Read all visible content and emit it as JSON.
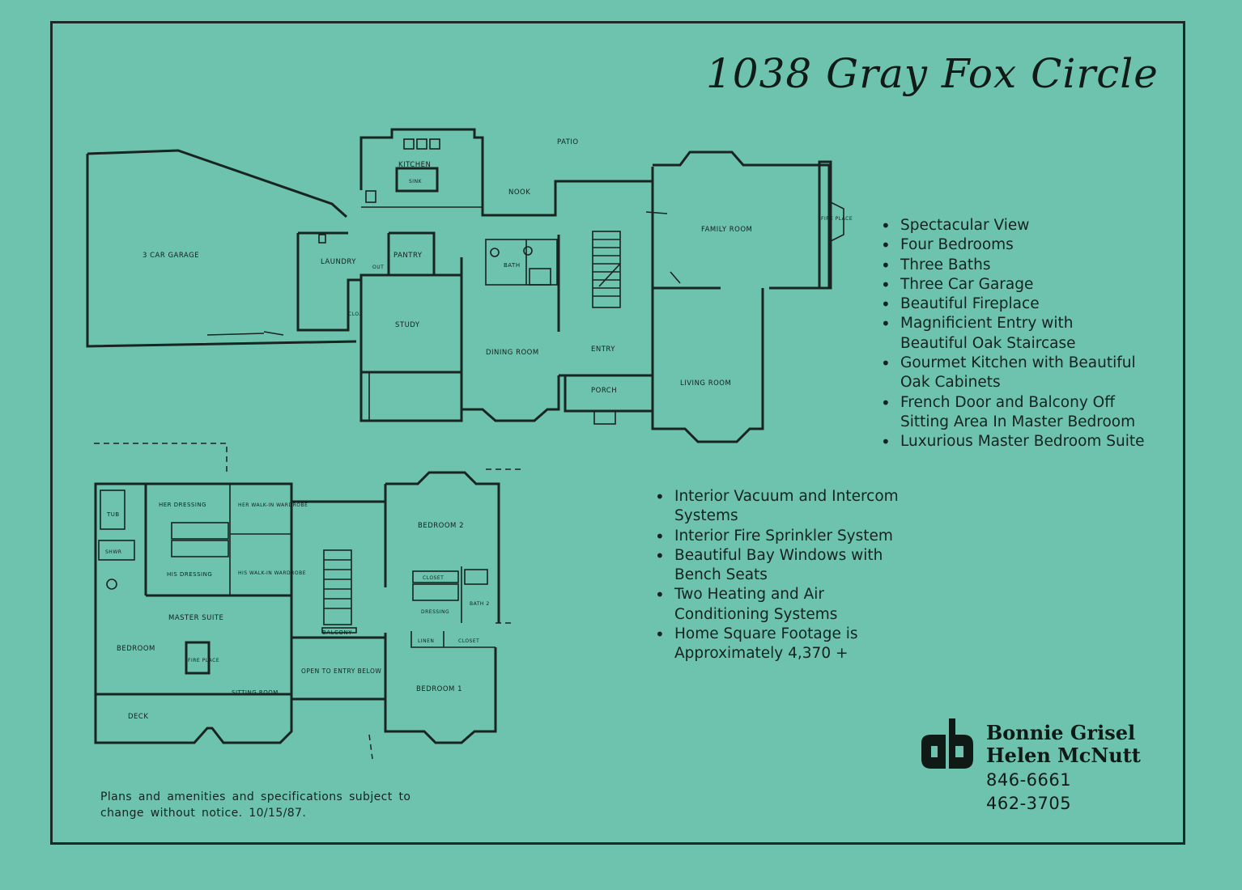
{
  "title": "1038 Gray Fox Circle",
  "rooms": {
    "patio": "PATIO",
    "kitchen": "KITCHEN",
    "sink": "SINK",
    "nook": "NOOK",
    "garage": "3 CAR GARAGE",
    "laundry": "LAUNDRY",
    "pantry": "PANTRY",
    "out": "OUT",
    "clo": "CLO.",
    "study": "STUDY",
    "bath": "BATH",
    "family_room": "FAMILY ROOM",
    "fireplace_top": "FIRE PLACE",
    "dining_room": "DINING ROOM",
    "entry": "ENTRY",
    "porch": "PORCH",
    "living_room": "LIVING ROOM",
    "tub": "TUB",
    "shower": "SHWR",
    "her_dressing": "HER DRESSING",
    "her_walkin": "HER WALK-IN WARDROBE",
    "his_dressing": "HIS DRESSING",
    "his_walkin": "HIS WALK-IN WARDROBE",
    "master_suite": "MASTER SUITE",
    "bedroom": "BEDROOM",
    "fireplace_bottom": "FIRE PLACE",
    "sitting_room": "SITTING ROOM",
    "deck": "DECK",
    "balcony": "BALCONY",
    "open_to": "OPEN TO ENTRY BELOW",
    "bedroom2": "BEDROOM 2",
    "closet": "CLOSET",
    "dressing": "DRESSING",
    "bath2": "BATH 2",
    "linen": "LINEN",
    "bedroom1": "BEDROOM 1"
  },
  "features_a": [
    "Spectacular View",
    "Four Bedrooms",
    "Three Baths",
    "Three Car Garage",
    "Beautiful Fireplace",
    "Magnificient Entry with\nBeautiful Oak Staircase",
    "Gourmet Kitchen with Beautiful\nOak Cabinets",
    "French Door and Balcony Off\nSitting Area In Master Bedroom",
    "Luxurious Master Bedroom Suite"
  ],
  "features_b": [
    "Interior Vacuum and Intercom\nSystems",
    "Interior Fire Sprinkler System",
    "Beautiful Bay Windows with\nBench Seats",
    "Two Heating and Air\nConditioning Systems",
    "Home Square Footage is\nApproximately 4,370 +"
  ],
  "disclaimer": "Plans and amenities and specifications subject to change without notice. 10/15/87.",
  "agents": {
    "logo_text": "ab",
    "name1": "Bonnie Grisel",
    "name2": "Helen McNutt",
    "phone1": "846-6661",
    "phone2": "462-3705"
  }
}
